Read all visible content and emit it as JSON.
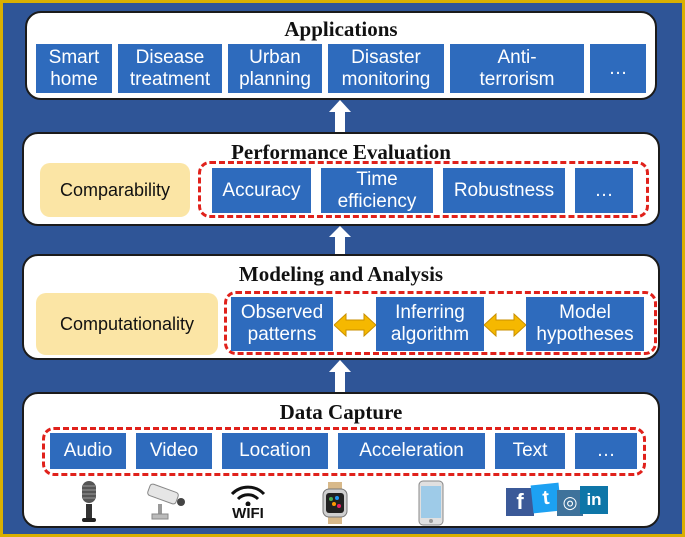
{
  "applications": {
    "title": "Applications",
    "items": [
      {
        "line1": "Smart",
        "line2": "home"
      },
      {
        "line1": "Disease",
        "line2": "treatment"
      },
      {
        "line1": "Urban",
        "line2": "planning"
      },
      {
        "line1": "Disaster",
        "line2": "monitoring"
      },
      {
        "line1": "Anti-",
        "line2": "terrorism"
      },
      {
        "line1": "…",
        "line2": ""
      }
    ]
  },
  "performance": {
    "title": "Performance Evaluation",
    "side_label": "Comparability",
    "items": [
      {
        "line1": "Accuracy",
        "line2": ""
      },
      {
        "line1": "Time",
        "line2": "efficiency"
      },
      {
        "line1": "Robustness",
        "line2": ""
      },
      {
        "line1": "…",
        "line2": ""
      }
    ]
  },
  "modeling": {
    "title": "Modeling and Analysis",
    "side_label": "Computationality",
    "items": [
      {
        "line1": "Observed",
        "line2": "patterns"
      },
      {
        "line1": "Inferring",
        "line2": "algorithm"
      },
      {
        "line1": "Model",
        "line2": "hypotheses"
      }
    ]
  },
  "capture": {
    "title": "Data Capture",
    "items": [
      "Audio",
      "Video",
      "Location",
      "Acceleration",
      "Text",
      "…"
    ],
    "icons": {
      "wifi_text": "WIFI",
      "social": [
        "f",
        "t",
        "◎",
        "in"
      ]
    }
  },
  "colors": {
    "box_blue": "#2e6bbd",
    "frame_blue": "#2f5597",
    "dash_red": "#e0211b",
    "tan": "#fbe5a5",
    "arrow_orange": "#f5b800"
  }
}
